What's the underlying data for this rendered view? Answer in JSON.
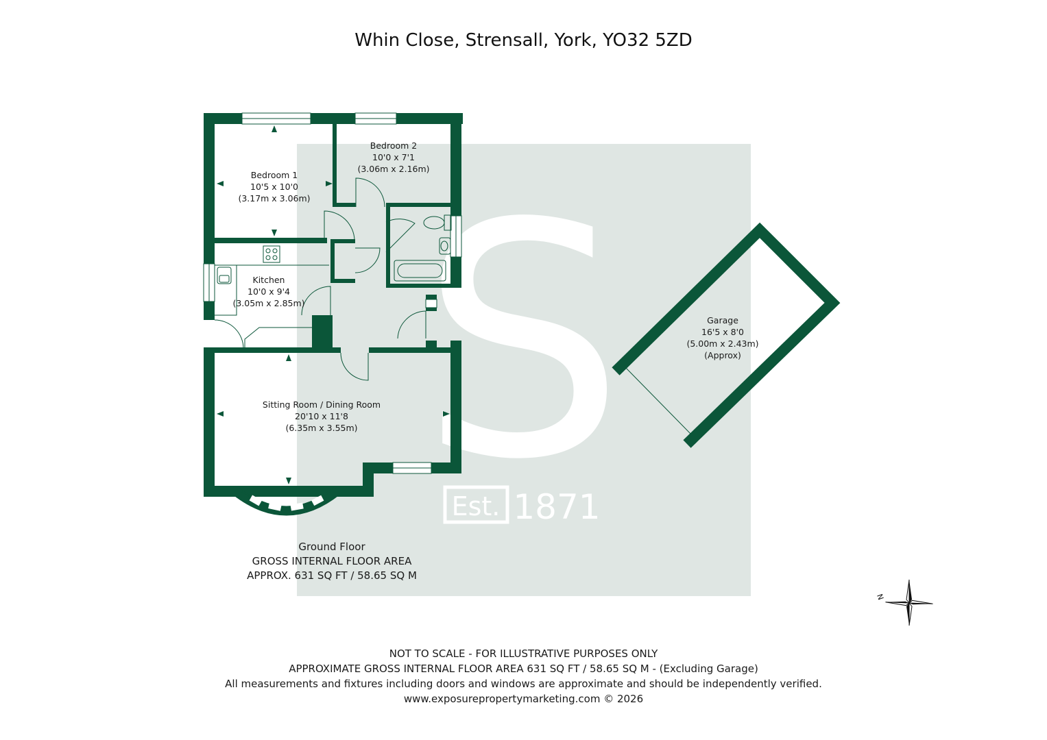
{
  "title": "Whin Close, Strensall, York, YO32 5ZD",
  "colors": {
    "wall": "#0b5639",
    "watermark_bg": "#dfe6e3",
    "watermark_fg": "#ffffff"
  },
  "watermark": {
    "letter": "S",
    "est": "Est.",
    "year": "1871"
  },
  "rooms": {
    "bedroom1": {
      "name": "Bedroom 1",
      "imperial": "10'5 x 10'0",
      "metric": "(3.17m x 3.06m)"
    },
    "bedroom2": {
      "name": "Bedroom 2",
      "imperial": "10'0 x 7'1",
      "metric": "(3.06m x 2.16m)"
    },
    "kitchen": {
      "name": "Kitchen",
      "imperial": "10'0 x 9'4",
      "metric": "(3.05m x 2.85m)"
    },
    "sitting": {
      "name": "Sitting Room / Dining Room",
      "imperial": "20'10 x 11'8",
      "metric": "(6.35m x 3.55m)"
    },
    "garage": {
      "name": "Garage",
      "imperial": "16'5 x 8'0",
      "metric": "(5.00m x 2.43m)",
      "note": "(Approx)"
    }
  },
  "floor": {
    "name": "Ground Floor",
    "area_label": "GROSS INTERNAL FLOOR AREA",
    "area_value": "APPROX. 631 SQ FT / 58.65 SQ M"
  },
  "compass": {
    "north_label": "N",
    "icon": "compass-rose-icon"
  },
  "footer": {
    "line1": "NOT TO SCALE - FOR ILLUSTRATIVE PURPOSES ONLY",
    "line2": "APPROXIMATE GROSS INTERNAL FLOOR AREA 631 SQ FT / 58.65 SQ M - (Excluding Garage)",
    "line3": "All measurements and fixtures including doors and windows are approximate and should be independently verified.",
    "line4": "www.exposurepropertymarketing.com © 2026"
  }
}
